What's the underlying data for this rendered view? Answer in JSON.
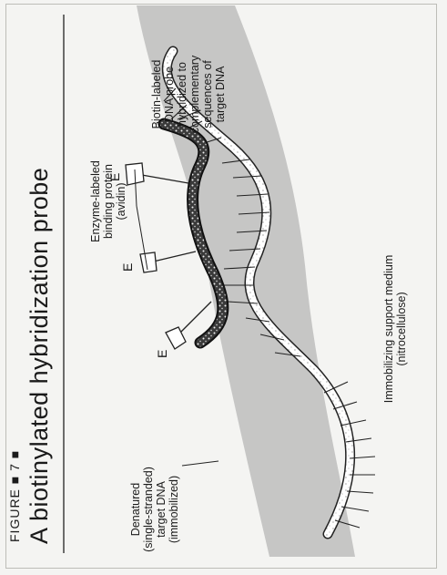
{
  "figure": {
    "label": "FIGURE ■ 7 ■",
    "title": "A biotinylated hybridization probe"
  },
  "labels": {
    "target_dna": [
      "Denatured",
      "(single-stranded)",
      "target DNA",
      "(immobilized)"
    ],
    "enzyme_protein": [
      "Enzyme-labeled",
      "binding protein",
      "(avidin)"
    ],
    "probe": [
      "Biotin-labeled",
      "DNA probe",
      "hybridized to",
      "complementary",
      "sequences of",
      "target DNA"
    ],
    "support_medium": [
      "Immobilizing support medium",
      "(nitrocellulose)"
    ],
    "enzyme_marker": "E"
  },
  "colors": {
    "ink": "#1a1a1a",
    "support_band": "#bdbdbd",
    "paper": "#f4f4f2"
  }
}
